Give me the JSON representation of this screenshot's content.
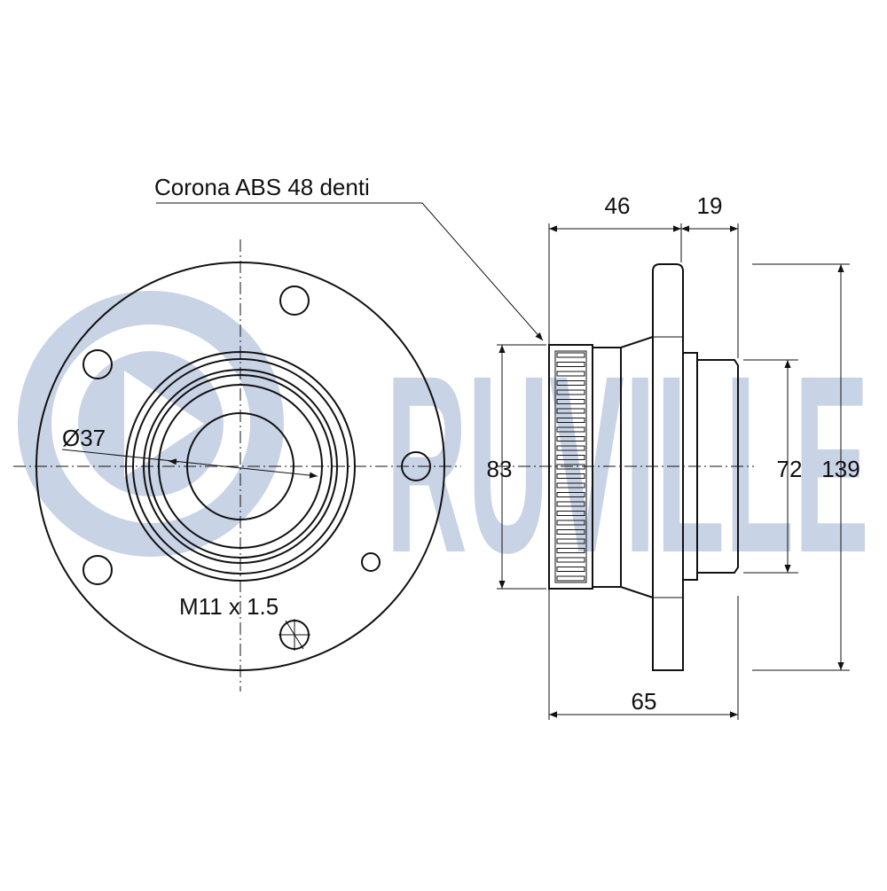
{
  "watermark": {
    "brand": "RUVILLE",
    "color": "#c9d3e6"
  },
  "labels": {
    "abs_ring": "Corona ABS 48 denti",
    "diameter": "Ø37",
    "thread": "M11 x 1.5"
  },
  "dimensions": {
    "flange_to_hub": "46",
    "pilot_length": "19",
    "total_length": "65",
    "abs_diameter": "83",
    "pilot_diameter": "72",
    "flange_diameter": "139"
  },
  "colors": {
    "line": "#111111",
    "background": "#ffffff"
  }
}
